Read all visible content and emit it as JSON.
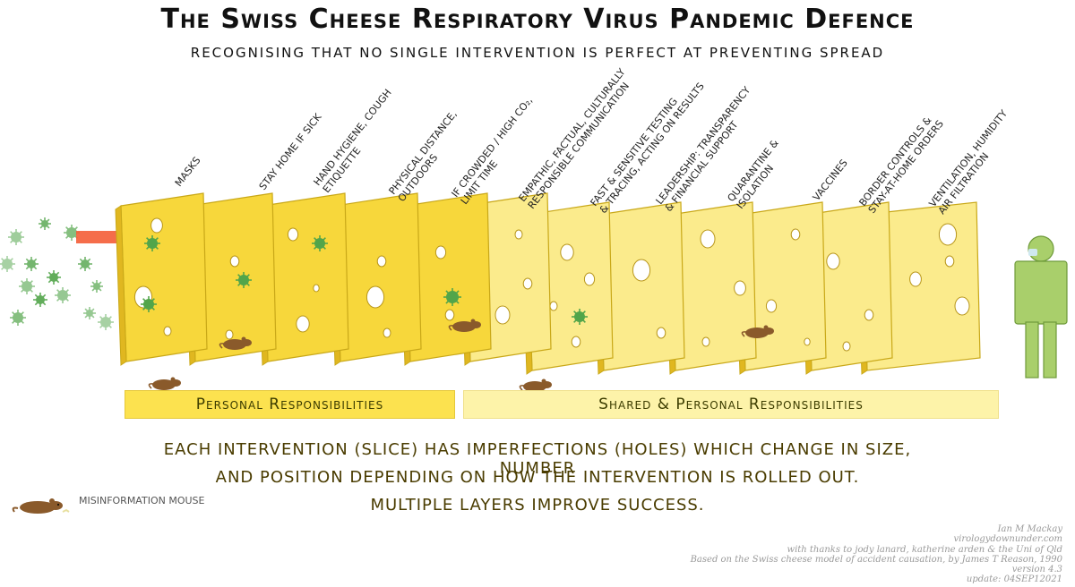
{
  "title": "The Swiss Cheese Respiratory Virus Pandemic Defence",
  "subtitle": "Recognising that no single intervention is perfect at preventing spread",
  "slices": [
    {
      "label": "Masks"
    },
    {
      "label": "Stay home if sick"
    },
    {
      "label": "Hand hygiene, cough\netiquette"
    },
    {
      "label": "Physical distance,\noutdoors"
    },
    {
      "label": "If crowded / high CO₂,\nlimit time"
    },
    {
      "label": "Empathic, factual, culturally\nresponsible communication"
    },
    {
      "label": "Fast & sensitive testing\n& tracing, acting on results"
    },
    {
      "label": "Leadership: transparency\n& financial support"
    },
    {
      "label": "Quarantine &\nisolation"
    },
    {
      "label": "Vaccines"
    },
    {
      "label": "Border controls &\nstay-at-home orders"
    },
    {
      "label": "Ventilation, humidity\nair filtration"
    }
  ],
  "bands": {
    "personal": "Personal Responsibilities",
    "shared": "Shared & Personal Responsibilities"
  },
  "message": {
    "line1": "Each intervention (slice) has imperfections (holes) which change in size, number",
    "line2": "and position depending on how the intervention is rolled out.",
    "line3": "Multiple layers improve success."
  },
  "legend": {
    "mouse_label": "Misinformation mouse"
  },
  "credits": {
    "author": "Ian M Mackay",
    "site": "virologydownunder.com",
    "thanks": "with thanks to jody lanard, katherine arden & the Uni of Qld",
    "basis": "Based on the Swiss cheese model of accident causation, by James T Reason, 1990",
    "version": "version 4.3",
    "update": "update: 04SEP12021"
  },
  "colors": {
    "cheese_personal": "#f7d73b",
    "cheese_shared": "#fbeb8c",
    "arrow": "#f45d36",
    "virus": "#52a54a",
    "mouse": "#8a5a2b",
    "person": "#a9cf6b"
  }
}
